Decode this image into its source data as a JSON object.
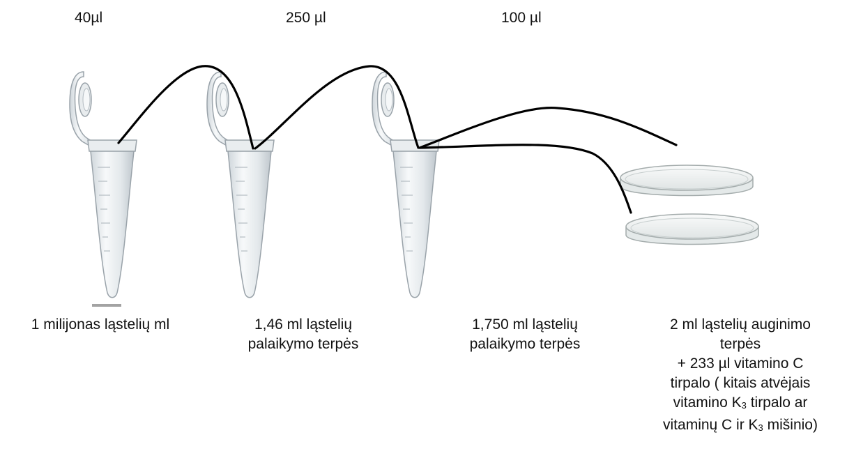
{
  "volumes": {
    "v1": "40µl",
    "v2": "250 µl",
    "v3": "100 µl"
  },
  "captions": {
    "tube1": "1 milijonas ląstelių ml",
    "tube2_line1": "1,46 ml ląstelių",
    "tube2_line2": "palaikymo terpės",
    "tube3_line1": "1,750 ml ląstelių",
    "tube3_line2": "palaikymo terpės",
    "dish_line1": "2 ml ląstelių auginimo",
    "dish_line2": "terpės",
    "dish_line3": "+ 233 µl vitamino C",
    "dish_line4": "tirpalo ( kitais atvėjais",
    "dish_line5a": "vitamino K",
    "dish_line5_sub": "3",
    "dish_line5b": " tirpalo ar",
    "dish_line6a": "vitaminų C ir K",
    "dish_line6_sub": "3",
    "dish_line6b": " mišinio)"
  },
  "colors": {
    "line": "#000000",
    "tube_fill": "#eef1f3",
    "tube_stroke": "#9aa3aa",
    "dish_fill": "#f2f4f4"
  }
}
